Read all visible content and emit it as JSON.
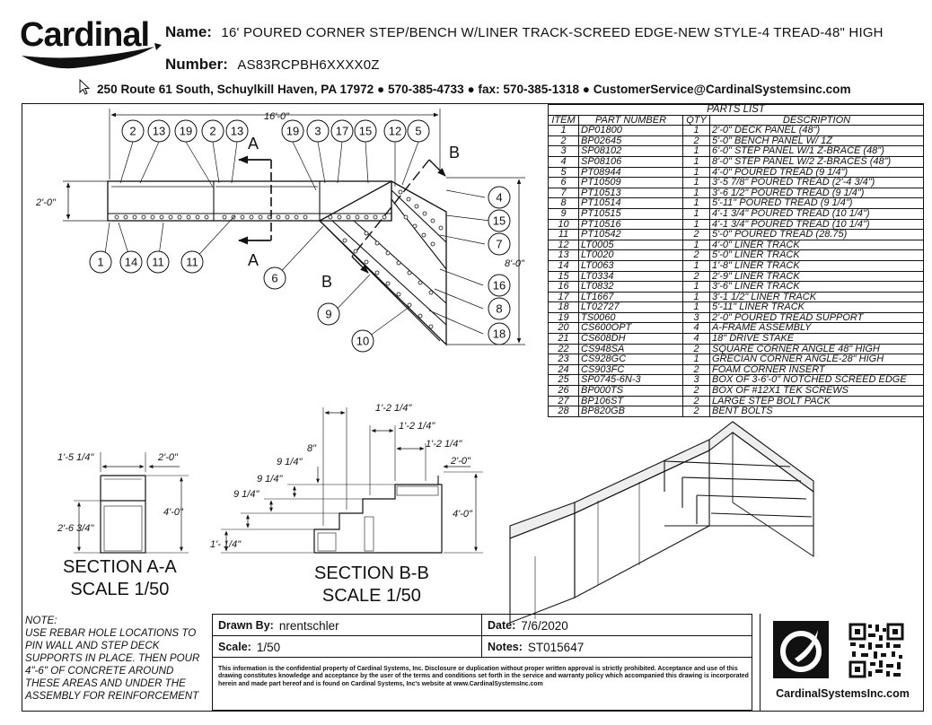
{
  "header": {
    "logo_text": "Cardinal",
    "name_label": "Name:",
    "name_value": "16' POURED CORNER STEP/BENCH W/LINER TRACK-SCREED EDGE-NEW STYLE-4 TREAD-48\" HIGH",
    "number_label": "Number:",
    "number_value": "AS83RCPBH6XXXX0Z",
    "address_line": "250 Route 61 South, Schuylkill Haven, PA 17972 ● 570-385-4733 ● fax: 570-385-1318 ● CustomerService@CardinalSystemsinc.com"
  },
  "plan_view": {
    "width_dim": "16'-0\"",
    "depth_dim": "2'-0\"",
    "height_dim": "8'-0\"",
    "section_a": "A",
    "section_b": "B",
    "balloons": [
      "2",
      "13",
      "19",
      "2",
      "13",
      "19",
      "3",
      "17",
      "15",
      "12",
      "5",
      "4",
      "15",
      "7",
      "16",
      "8",
      "18",
      "1",
      "14",
      "11",
      "11",
      "6",
      "9",
      "10"
    ]
  },
  "parts_list": {
    "title": "PARTS LIST",
    "columns": [
      "ITEM",
      "PART NUMBER",
      "QTY",
      "DESCRIPTION"
    ],
    "rows": [
      [
        "1",
        "DP01800",
        "1",
        "2'-0\" DECK PANEL (48\")"
      ],
      [
        "2",
        "BP02645",
        "2",
        "5'-0\" BENCH PANEL W/ 1Z"
      ],
      [
        "3",
        "SP08102",
        "1",
        "6'-0\" STEP PANEL W/1 Z-BRACE (48\")"
      ],
      [
        "4",
        "SP08106",
        "1",
        "8'-0\" STEP PANEL W/2 Z-BRACES (48\")"
      ],
      [
        "5",
        "PT08944",
        "1",
        "4'-0\" POURED TREAD (9 1/4\")"
      ],
      [
        "6",
        "PT10509",
        "1",
        "3'-5 7/8\" POURED TREAD (2'-4 3/4\")"
      ],
      [
        "7",
        "PT10513",
        "1",
        "3'-6 1/2\" POURED TREAD (9 1/4\")"
      ],
      [
        "8",
        "PT10514",
        "1",
        "5'-11\" POURED TREAD (9 1/4\")"
      ],
      [
        "9",
        "PT10515",
        "1",
        "4'-1 3/4\" POURED TREAD (10 1/4\")"
      ],
      [
        "10",
        "PT10516",
        "1",
        "4'-1 3/4\" POURED TREAD (10 1/4\")"
      ],
      [
        "11",
        "PT10542",
        "2",
        "5'-0\" POURED TREAD (28.75)"
      ],
      [
        "12",
        "LT0005",
        "1",
        "4'-0\" LINER TRACK"
      ],
      [
        "13",
        "LT0020",
        "2",
        "5'-0\" LINER TRACK"
      ],
      [
        "14",
        "LT0063",
        "1",
        "1'-8\" LINER TRACK"
      ],
      [
        "15",
        "LT0334",
        "2",
        "2'-9\" LINER TRACK"
      ],
      [
        "16",
        "LT0832",
        "1",
        "3'-6\" LINER TRACK"
      ],
      [
        "17",
        "LT1667",
        "1",
        "3'-1 1/2\" LINER TRACK"
      ],
      [
        "18",
        "LT02727",
        "1",
        "5'-11\" LINER TRACK"
      ],
      [
        "19",
        "TS0060",
        "3",
        "2'-0\" POURED TREAD SUPPORT"
      ],
      [
        "20",
        "CS600OPT",
        "4",
        "A-FRAME ASSEMBLY"
      ],
      [
        "21",
        "CS608DH",
        "4",
        "18\" DRIVE STAKE"
      ],
      [
        "22",
        "CS948SA",
        "2",
        "SQUARE CORNER ANGLE 48\" HIGH"
      ],
      [
        "23",
        "CS928GC",
        "1",
        "GRECIAN CORNER ANGLE-28\" HIGH"
      ],
      [
        "24",
        "CS903FC",
        "2",
        "FOAM CORNER INSERT"
      ],
      [
        "25",
        "SP0745-6N-3",
        "3",
        "BOX OF 3-6'-0\" NOTCHED SCREED EDGE"
      ],
      [
        "26",
        "BP000TS",
        "2",
        "BOX OF #12X1 TEK SCREWS"
      ],
      [
        "27",
        "BP106ST",
        "2",
        "LARGE STEP BOLT PACK"
      ],
      [
        "28",
        "BP820GB",
        "2",
        "BENT BOLTS"
      ]
    ]
  },
  "section_aa": {
    "title": "SECTION A-A",
    "scale": "SCALE 1/50",
    "dims": [
      "1'-5 1/4\"",
      "2'-0\"",
      "2'-6 3/4\"",
      "4'-0\""
    ]
  },
  "section_bb": {
    "title": "SECTION B-B",
    "scale": "SCALE 1/50",
    "dims": [
      "1'-2 1/4\"",
      "1'-2 1/4\"",
      "1'-2 1/4\"",
      "2'-0\"",
      "8\"",
      "9 1/4\"",
      "9 1/4\"",
      "9 1/4\"",
      "4'-0\"",
      "1'- 1/4\""
    ]
  },
  "notes": {
    "heading": "NOTE:",
    "body": "USE REBAR HOLE LOCATIONS TO PIN WALL AND STEP DECK SUPPORTS IN PLACE. THEN POUR 4\"-6\" OF CONCRETE AROUND THESE AREAS AND UNDER THE ASSEMBLY FOR REINFORCEMENT"
  },
  "title_block": {
    "drawn_by_label": "Drawn By:",
    "drawn_by": "nrentschler",
    "date_label": "Date:",
    "date": "7/6/2020",
    "scale_label": "Scale:",
    "scale": "1/50",
    "notes_label": "Notes:",
    "notes": "ST015647",
    "legal": "This information is the confidential property of Cardinal Systems, Inc. Disclosure or duplication without proper written approval is strictly prohibited. Acceptance and use of this drawing constitutes knowledge and acceptance by the user of the terms and conditions set forth in the service and warranty policy which accompanied this drawing is incorporated herein and made part hereof and is found on Cardinal Systems, Inc's website at www.CardinalSystemsInc.com"
  },
  "brand": {
    "url": "CardinalSystemsInc.com"
  }
}
